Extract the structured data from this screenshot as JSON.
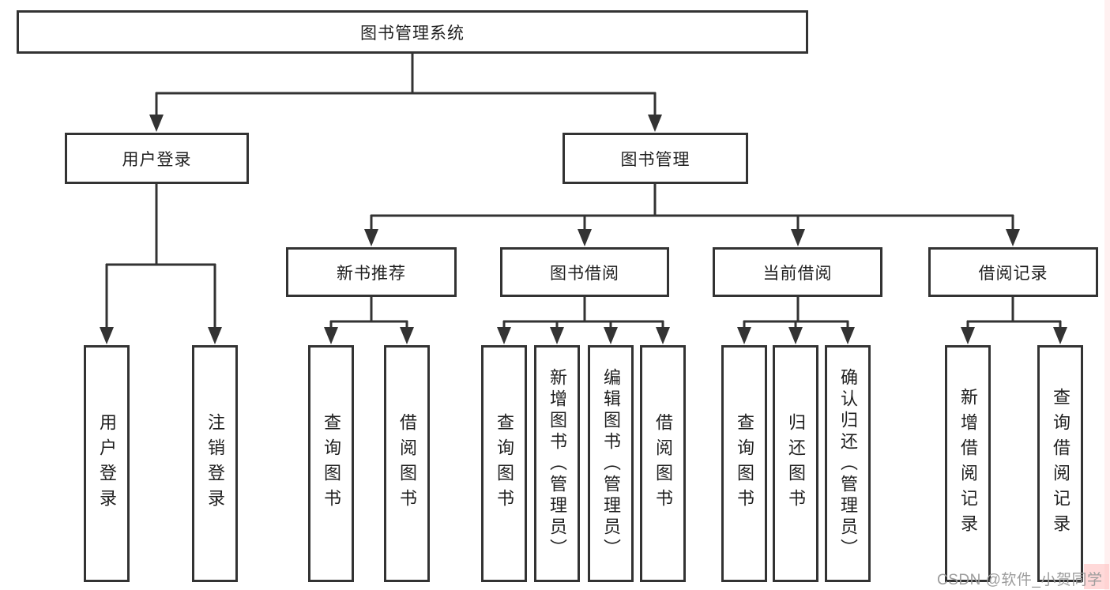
{
  "diagram": {
    "root": {
      "label": "图书管理系统",
      "children": [
        {
          "label": "用户登录",
          "children": [
            {
              "label": "用户登录"
            },
            {
              "label": "注销登录"
            }
          ]
        },
        {
          "label": "图书管理",
          "children": [
            {
              "label": "新书推荐",
              "children": [
                {
                  "label": "查询图书"
                },
                {
                  "label": "借阅图书"
                }
              ]
            },
            {
              "label": "图书借阅",
              "children": [
                {
                  "label": "查询图书"
                },
                {
                  "label": "新增图书（管理员）"
                },
                {
                  "label": "编辑图书（管理员）"
                },
                {
                  "label": "借阅图书"
                }
              ]
            },
            {
              "label": "当前借阅",
              "children": [
                {
                  "label": "查询图书"
                },
                {
                  "label": "归还图书"
                },
                {
                  "label": "确认归还（管理员）"
                }
              ]
            },
            {
              "label": "借阅记录",
              "children": [
                {
                  "label": "新增借阅记录"
                },
                {
                  "label": "查询借阅记录"
                }
              ]
            }
          ]
        }
      ]
    },
    "line_color": "#333333",
    "box_background": "#ffffff",
    "watermark": {
      "text": "CSDN @软件_小贺同学",
      "color": "#9c9c9c"
    }
  }
}
